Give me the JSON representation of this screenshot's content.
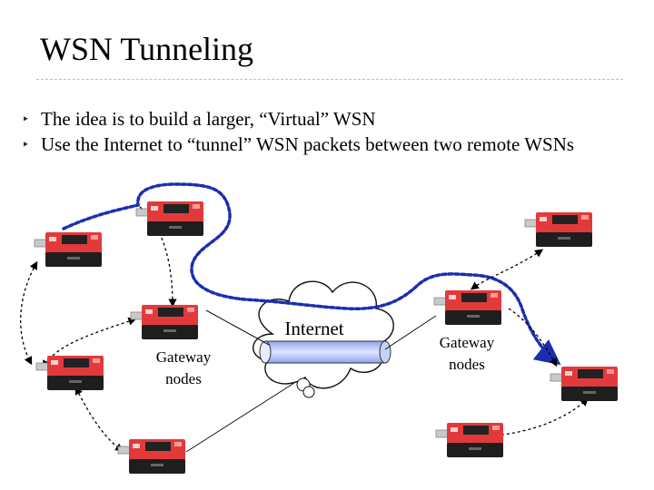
{
  "title": "WSN Tunneling",
  "bullets": [
    "The idea is to build a larger, “Virtual” WSN",
    "Use the Internet to “tunnel” WSN packets between two remote WSNs"
  ],
  "diagram": {
    "internet_label": "Internet",
    "gateway_left_label": "Gateway\nnodes",
    "gateway_right_label": "Gateway\nnodes"
  },
  "colors": {
    "tunnel_path": "#1a2fb0",
    "sensor_board": "#e23a3a",
    "tube": "#bcc8f4"
  }
}
